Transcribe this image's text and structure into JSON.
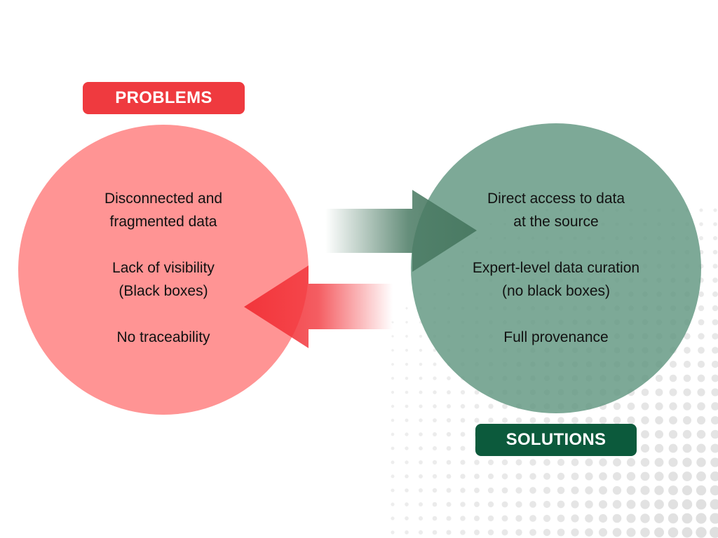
{
  "problems": {
    "label": "PROBLEMS",
    "items": [
      "Disconnected and\nfragmented  data",
      "Lack of visibility\n(Black boxes)",
      "No traceability"
    ]
  },
  "solutions": {
    "label": "SOLUTIONS",
    "items": [
      "Direct access to data\nat the source",
      "Expert-level data curation\n(no black boxes)",
      "Full provenance"
    ]
  },
  "colors": {
    "problems_accent": "#ef3a3f",
    "problems_circle": "#ff9494",
    "solutions_accent": "#0c5a3c",
    "solutions_circle": "#7ea99a",
    "right_arrow": "#4a7a63",
    "left_arrow": "#f2353b"
  }
}
